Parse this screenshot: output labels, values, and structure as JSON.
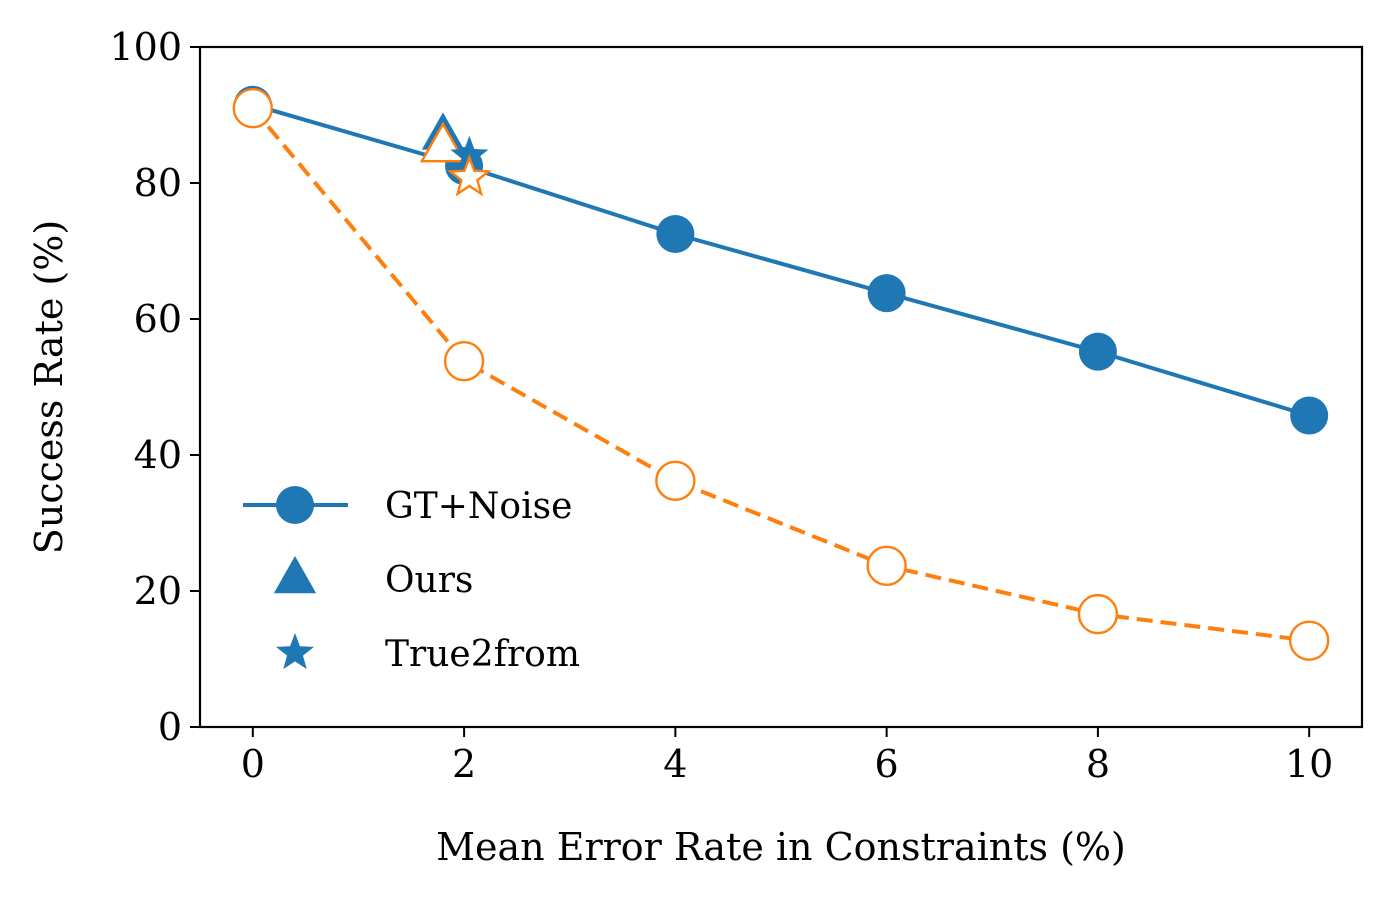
{
  "chart_data": {
    "type": "line",
    "xlabel": "Mean Error Rate in Constraints (%)",
    "ylabel": "Success Rate (%)",
    "xlim": [
      -0.5,
      10.5
    ],
    "ylim": [
      0,
      100
    ],
    "xticks": [
      0,
      2,
      4,
      6,
      8,
      10
    ],
    "yticks": [
      0,
      20,
      40,
      60,
      80,
      100
    ],
    "grid": false,
    "legend_position": "lower-left",
    "colors": {
      "blue": "#1f77b4",
      "orange": "#ff7f0e"
    },
    "series": [
      {
        "name": "GT+Noise",
        "style": "solid",
        "marker": "circle-filled",
        "color": "#1f77b4",
        "x": [
          0,
          2,
          4,
          6,
          8,
          10
        ],
        "y": [
          91.5,
          82.5,
          72.5,
          63.8,
          55.2,
          45.8
        ]
      },
      {
        "style": "dashed",
        "marker": "circle-open",
        "color": "#ff7f0e",
        "x": [
          0,
          2,
          4,
          6,
          8,
          10
        ],
        "y": [
          91.0,
          53.8,
          36.2,
          23.7,
          16.6,
          12.7
        ]
      },
      {
        "name": "Ours",
        "style": "none",
        "marker": "triangle-filled",
        "color": "#1f77b4",
        "x": [
          1.8
        ],
        "y": [
          87.0
        ]
      },
      {
        "style": "none",
        "marker": "triangle-open",
        "color": "#ff7f0e",
        "x": [
          1.8
        ],
        "y": [
          85.3
        ]
      },
      {
        "name": "True2from",
        "style": "none",
        "marker": "star-filled",
        "color": "#1f77b4",
        "x": [
          2.05
        ],
        "y": [
          84.0
        ]
      },
      {
        "style": "none",
        "marker": "star-open",
        "color": "#ff7f0e",
        "x": [
          2.05
        ],
        "y": [
          80.8
        ]
      }
    ],
    "legend": [
      {
        "label": "GT+Noise",
        "marker": "circle-filled",
        "line": true,
        "color": "#1f77b4"
      },
      {
        "label": "Ours",
        "marker": "triangle-filled",
        "line": false,
        "color": "#1f77b4"
      },
      {
        "label": "True2from",
        "marker": "star-filled",
        "line": false,
        "color": "#1f77b4"
      }
    ]
  }
}
